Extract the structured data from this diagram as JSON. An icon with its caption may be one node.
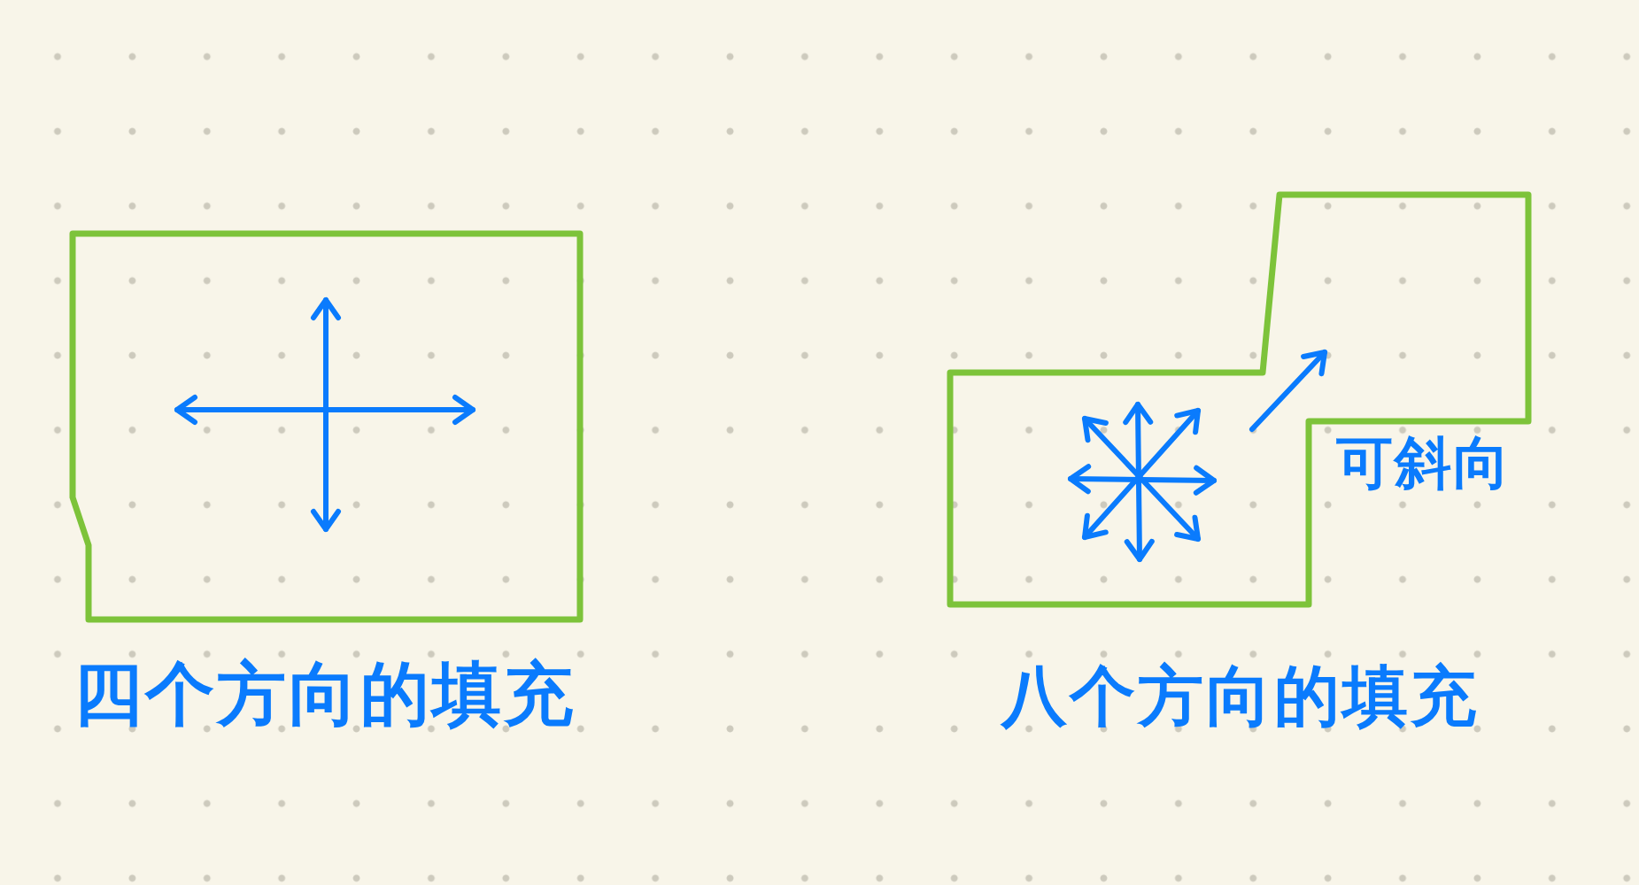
{
  "diagram": {
    "nodes": [
      {
        "text": [],
        "shape": "polygon",
        "beside": [
          "四个方向的填充"
        ]
      },
      {
        "text": [],
        "shape": "polygon",
        "beside": [
          "八个方向的填充"
        ]
      }
    ],
    "labels": [
      "可斜向"
    ]
  }
}
